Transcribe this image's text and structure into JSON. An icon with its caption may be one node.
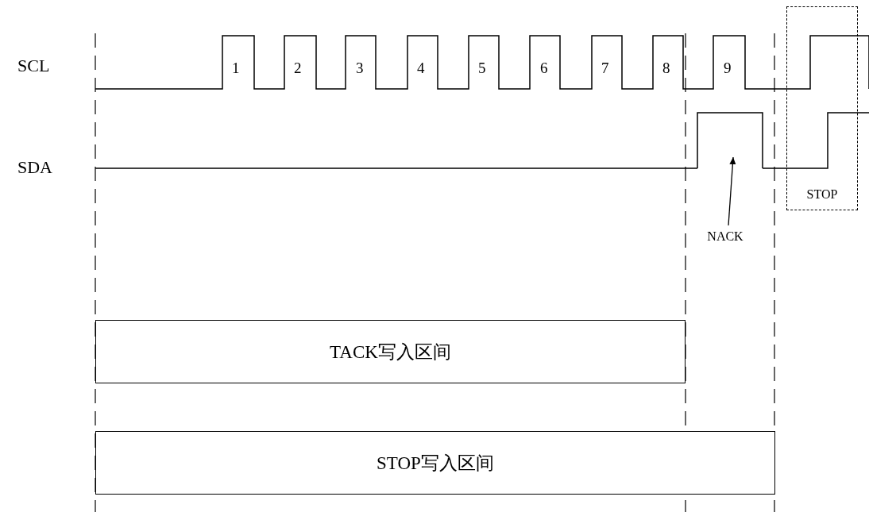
{
  "diagram": {
    "nodes": [
      {
        "text": [
          "STOP"
        ]
      },
      {
        "text": [],
        "shape": "bar"
      },
      {
        "text": [
          "NACK"
        ]
      },
      {
        "text": [
          "TACK写入区间"
        ]
      },
      {
        "text": [
          "STOP写入区间"
        ]
      }
    ],
    "edges": [
      {
        "from": 2,
        "to": 1,
        "arrow": "to"
      }
    ],
    "labels": [
      "SCL",
      "1",
      "2",
      "3",
      "4",
      "5",
      "6",
      "7",
      "8",
      "9",
      "SDA"
    ]
  }
}
